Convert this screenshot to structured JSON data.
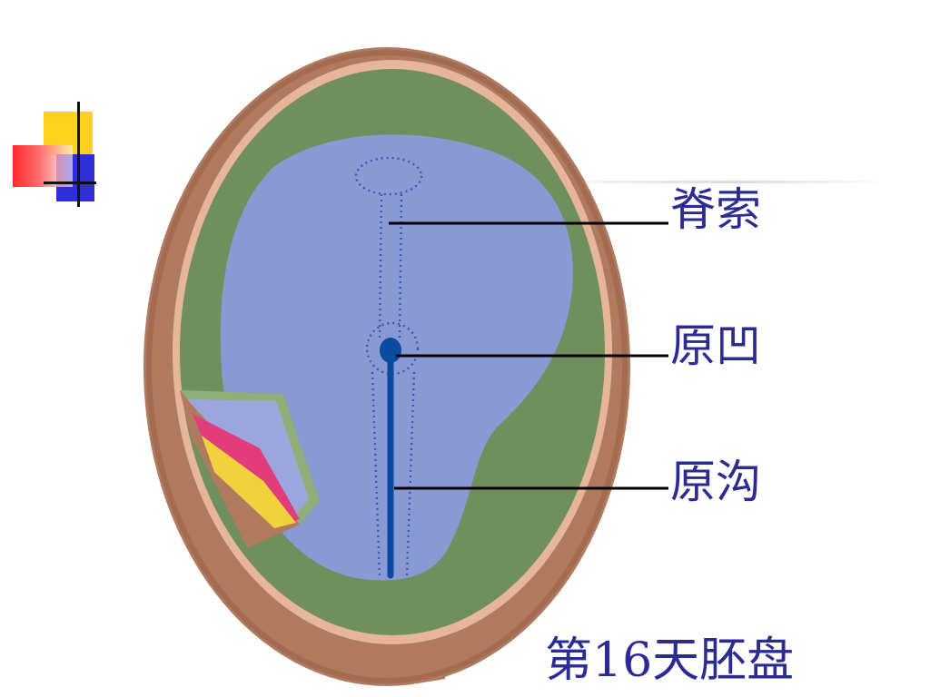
{
  "labels": {
    "notochord": "脊索",
    "primitive_pit": "原凹",
    "primitive_groove": "原沟"
  },
  "caption": "第16天胚盘",
  "colors": {
    "outer_wall": "#b07a5e",
    "inner_rim": "#e6b59a",
    "green_layer": "#6f8f5c",
    "embryonic_disc": "#8899d3",
    "groove_line": "#0a4aa0",
    "label_text": "#2b2b93",
    "decor_yellow": "#ffd21f",
    "decor_blue": "#2f2fd6",
    "decor_red": "#ff2a2a"
  }
}
